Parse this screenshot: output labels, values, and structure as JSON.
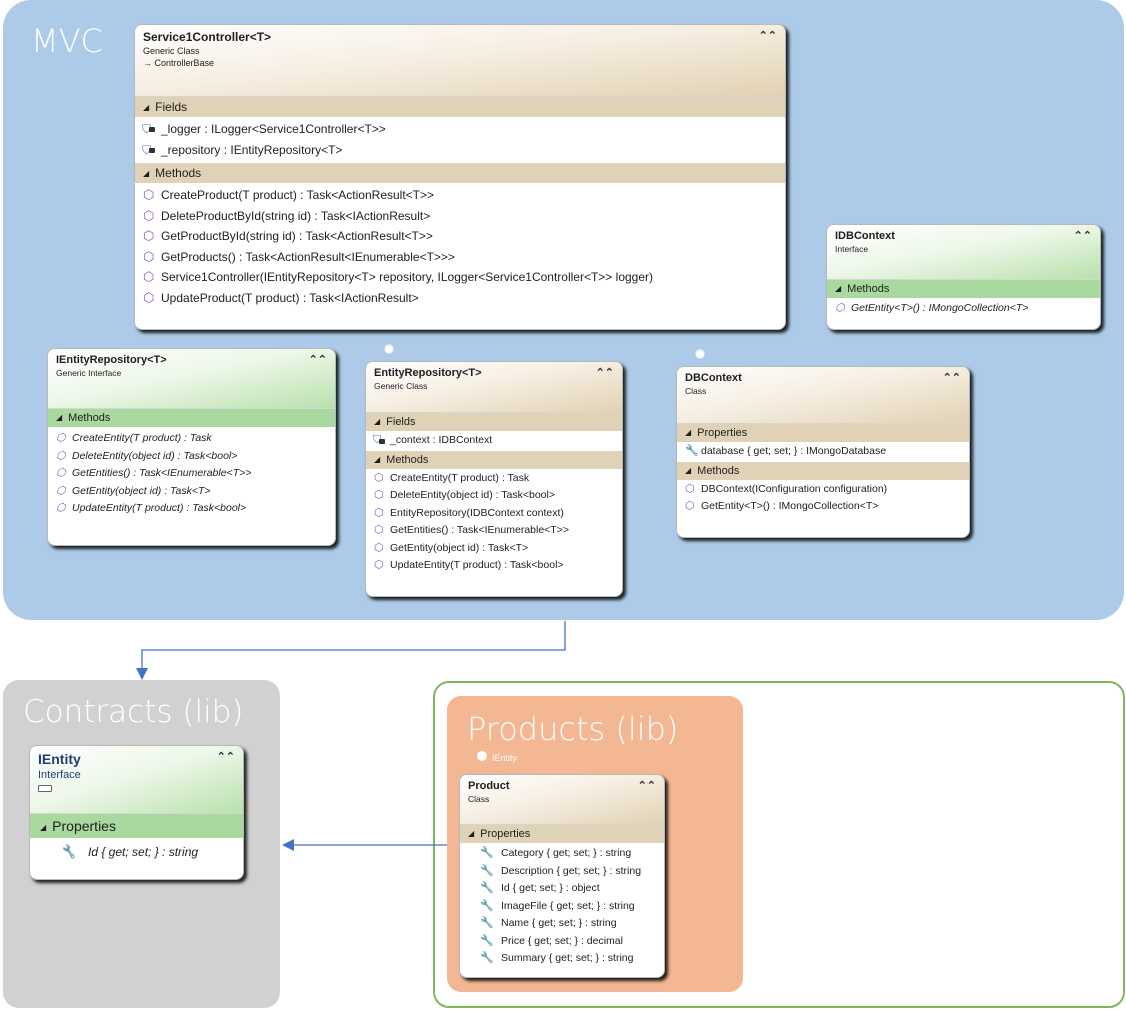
{
  "groups": {
    "mvc": "MVC",
    "contracts": "Contracts (lib)",
    "products": "Products (lib)"
  },
  "classes": {
    "service1_controller": {
      "name": "Service1Controller<T>",
      "type": "Generic Class",
      "base": "→ ControllerBase",
      "sections": [
        {
          "title": "Fields",
          "members": [
            "_logger : ILogger<Service1Controller<T>>",
            "_repository : IEntityRepository<T>"
          ]
        },
        {
          "title": "Methods",
          "members": [
            "CreateProduct(T product) : Task<ActionResult<T>>",
            "DeleteProductById(string id) : Task<IActionResult>",
            "GetProductById(string id) : Task<ActionResult<T>>",
            "GetProducts() : Task<ActionResult<IEnumerable<T>>>",
            "Service1Controller(IEntityRepository<T> repository,  ILogger<Service1Controller<T>> logger)",
            "UpdateProduct(T product) : Task<IActionResult>"
          ]
        }
      ]
    },
    "idbcontext": {
      "name": "IDBContext",
      "type": "Interface",
      "sections": [
        {
          "title": "Methods",
          "members": [
            "GetEntity<T>() : IMongoCollection<T>"
          ]
        }
      ]
    },
    "ientity_repository": {
      "name": "IEntityRepository<T>",
      "type": "Generic Interface",
      "sections": [
        {
          "title": "Methods",
          "members": [
            "CreateEntity(T product) : Task",
            "DeleteEntity(object id) : Task<bool>",
            "GetEntities() : Task<IEnumerable<T>>",
            "GetEntity(object id) : Task<T>",
            "UpdateEntity(T product) : Task<bool>"
          ]
        }
      ]
    },
    "entity_repository": {
      "name": "EntityRepository<T>",
      "type": "Generic Class",
      "sections": [
        {
          "title": "Fields",
          "members": [
            "_context : IDBContext"
          ]
        },
        {
          "title": "Methods",
          "members": [
            "CreateEntity(T product) : Task",
            "DeleteEntity(object id) : Task<bool>",
            "EntityRepository(IDBContext context)",
            "GetEntities() : Task<IEnumerable<T>>",
            "GetEntity(object id) : Task<T>",
            "UpdateEntity(T product) : Task<bool>"
          ]
        }
      ]
    },
    "dbcontext": {
      "name": "DBContext",
      "type": "Class",
      "sections": [
        {
          "title": "Properties",
          "members": [
            "database { get; set; } : IMongoDatabase"
          ]
        },
        {
          "title": "Methods",
          "members": [
            "DBContext(IConfiguration configuration)",
            "GetEntity<T>() : IMongoCollection<T>"
          ]
        }
      ]
    },
    "ientity": {
      "name": "IEntity",
      "type": "Interface",
      "sections": [
        {
          "title": "Properties",
          "members": [
            "Id { get; set; } : string"
          ]
        }
      ]
    },
    "product": {
      "name": "Product",
      "type": "Class",
      "entity_tag": "IEntity",
      "sections": [
        {
          "title": "Properties",
          "members": [
            "Category { get; set; } : string",
            "Description { get; set; } : string",
            "Id { get; set; } : object",
            "ImageFile { get; set; } : string",
            "Name { get; set; } : string",
            "Price { get; set; } : decimal",
            "Summary { get; set; } : string"
          ]
        }
      ]
    }
  },
  "icons": {
    "collapse": "⌃⌃",
    "section_toggle": "◢",
    "method": "⬡",
    "field": "⛉",
    "property": "🔧"
  },
  "colors": {
    "mvc_bg": "#adcbe9",
    "contracts_bg": "#d1d1d1",
    "products_bg": "#f4b793",
    "products_frame": "#7fb65f",
    "arrow": "#4472c4"
  }
}
